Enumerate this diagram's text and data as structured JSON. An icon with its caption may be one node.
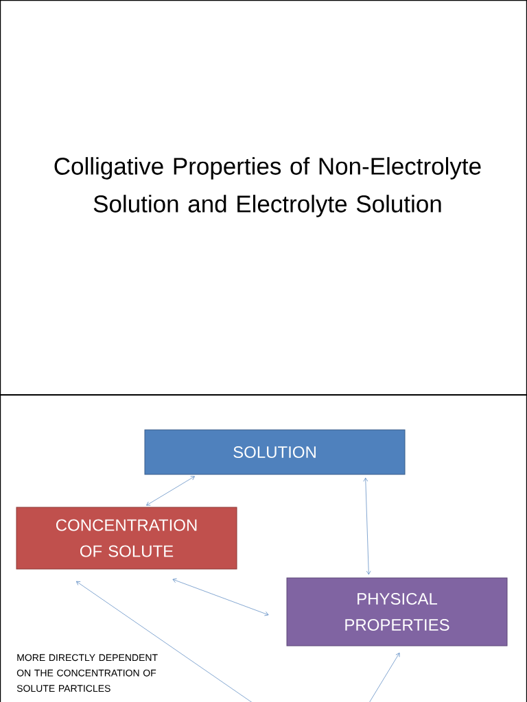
{
  "diagram": {
    "title": "Colligative Properties of Non-Electrolyte Solution and Electrolyte Solution",
    "nodes": [
      {
        "text": [
          "SOLUTION"
        ]
      },
      {
        "text": [
          "CONCENTRATION OF SOLUTE"
        ]
      },
      {
        "text": [
          "PHYSICAL PROPERTIES"
        ]
      }
    ],
    "edges": [
      {
        "from": 0,
        "to": 1,
        "arrow": "both"
      },
      {
        "from": 0,
        "to": 2,
        "arrow": "both"
      },
      {
        "from": 1,
        "to": 2,
        "arrow": "both"
      },
      {
        "from": null,
        "to": 1,
        "arrow": "to"
      },
      {
        "from": null,
        "to": 2,
        "arrow": "to"
      }
    ],
    "labels": [
      "MORE DIRECTLY DEPENDENT ON THE CONCENTRATION OF SOLUTE PARTICLES"
    ]
  }
}
